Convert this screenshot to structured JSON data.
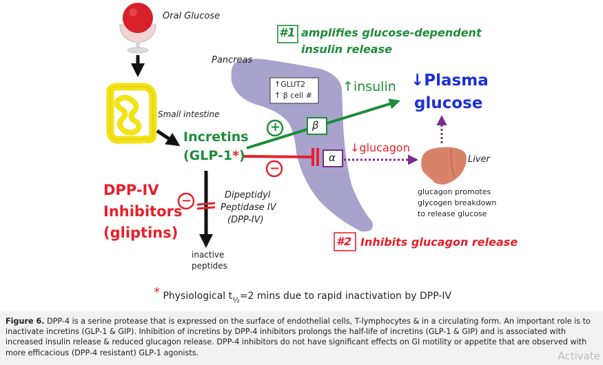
{
  "diagram": {
    "oral_glucose": "Oral Glucose",
    "small_intestine": "Small intestine",
    "pancreas": "Pancreas",
    "amplifies_tag": "#1",
    "amplifies_line1": "amplifies glucose-dependent",
    "amplifies_line2": "insulin release",
    "glut2_line1": "↑GLUT2",
    "glut2_line2": "↑ β cell #",
    "insulin": "↑insulin",
    "plasma_line1": "↓Plasma",
    "plasma_line2": "glucose",
    "glucagon": "↓glucagon",
    "beta": "β",
    "alpha": "α",
    "plus": "+",
    "minus": "−",
    "incretins_line1": "Incretins",
    "incretins_line2": "(GLP-1",
    "incretins_star": "*",
    "incretins_close": ")",
    "liver": "Liver",
    "liver_note_line1": "glucagon promotes",
    "liver_note_line2": "glycogen breakdown",
    "liver_note_line3": "to release glucose",
    "dpp4_line1": "DPP-IV",
    "dpp4_line2": "Inhibitors",
    "dpp4_line3": "(gliptins)",
    "dipeptidyl_line1": "Dipeptidyl",
    "dipeptidyl_line2": "Peptidase IV",
    "dipeptidyl_line3": "(DPP-IV)",
    "inactive_line1": "inactive",
    "inactive_line2": "peptides",
    "inhibits_tag": "#2",
    "inhibits_text": "Inhibits glucagon release",
    "footnote_star": "*",
    "footnote_pre": "Physiological  t",
    "footnote_half": "½",
    "footnote_post": "=2 mins due to rapid inactivation by DPP-IV"
  },
  "caption": {
    "label": "Figure 6.",
    "text": "DPP-4 is a serine protease that is expressed on the surface of endothelial cells, T-lymphocytes & in a circulating form. An important role is to inactivate incretins (GLP-1 & GIP). Inhibition of incretins by DPP-4 inhibitors prolongs the half-life of incretins (GLP-1 & GIP) and is associated with increased insulin release & reduced glucagon release. DPP-4 inhibitors do not have significant effects on GI motility or appetite that are observed with more efficacious (DPP-4 resistant) GLP-1 agonists."
  },
  "watermark": "Activate",
  "colors": {
    "green": "#1e8c3a",
    "red": "#e8202a",
    "blue": "#1a2fd6",
    "pancreas": "#a7a3cc",
    "purple": "#7a2c8c",
    "liver": "#d9826a"
  }
}
